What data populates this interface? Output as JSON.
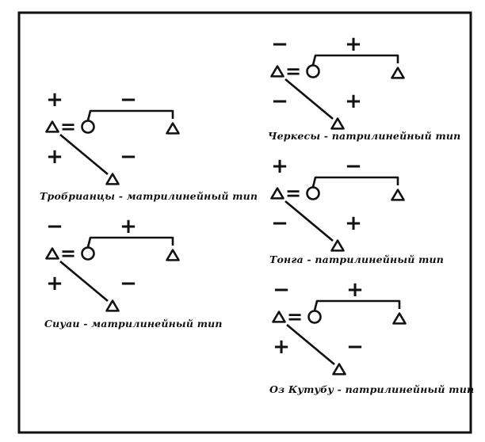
{
  "diagrams": [
    {
      "caption": "Тробрианцы - матрилинейный тип",
      "signs": {
        "tl": "+",
        "tr": "−",
        "bl": "+",
        "br": "−"
      }
    },
    {
      "caption": "Сиуаи - матрилинейный тип",
      "signs": {
        "tl": "−",
        "tr": "+",
        "bl": "+",
        "br": "−"
      }
    },
    {
      "caption": "Черкесы - патрилинейный тип",
      "signs": {
        "tl": "−",
        "tr": "+",
        "bl": "−",
        "br": "+"
      }
    },
    {
      "caption": "Тонга - патрилинейный тип",
      "signs": {
        "tl": "+",
        "tr": "−",
        "bl": "−",
        "br": "+"
      }
    },
    {
      "caption": "Оз Кутубу - патрилинейный тип",
      "signs": {
        "tl": "−",
        "tr": "+",
        "bl": "+",
        "br": "−"
      }
    }
  ],
  "equals_sign": "="
}
